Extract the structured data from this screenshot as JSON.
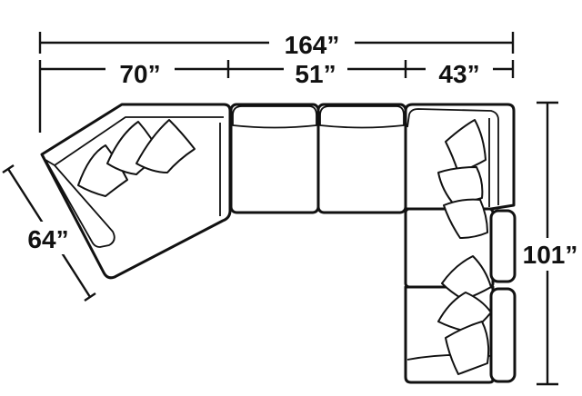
{
  "dimensions": {
    "overall_width": "164”",
    "left_section": "70”",
    "middle_section": "51”",
    "right_section": "43”",
    "angled_depth": "64”",
    "right_depth": "101”"
  }
}
